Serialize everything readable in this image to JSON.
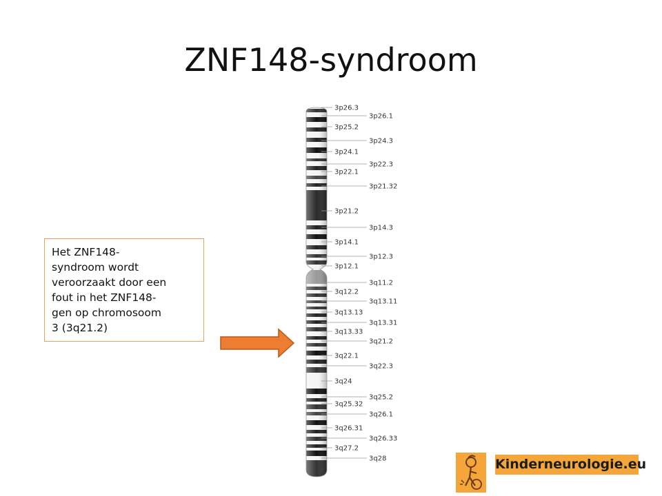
{
  "slide": {
    "title": "ZNF148-syndroom",
    "textbox_lines": [
      "Het ZNF148-",
      "syndroom wordt",
      "veroorzaakt door een",
      "fout in het ZNF148-",
      "gen op chromosoom",
      "3 (3q21.2)"
    ],
    "arrow_icon": "right-arrow-icon",
    "arrow_color": "#ed7d31"
  },
  "chromosome": {
    "name": "3",
    "left_labels": [
      "3p26.3",
      "3p25.2",
      "3p24.1",
      "3p22.1",
      "3p21.2",
      "3p14.1",
      "3p12.1",
      "3q12.2",
      "3q13.13",
      "3q13.33",
      "3q22.1",
      "3q24",
      "3q25.32",
      "3q26.31",
      "3q27.2"
    ],
    "right_labels": [
      "3p26.1",
      "3p24.3",
      "3p22.3",
      "3p21.32",
      "3p14.3",
      "3p12.3",
      "3q11.2",
      "3q13.11",
      "3q13.31",
      "3q21.2",
      "3q22.3",
      "3q25.2",
      "3q26.1",
      "3q26.33",
      "3q28"
    ]
  },
  "logo": {
    "text": "Kinderneurologie.eu",
    "color": "#f5a63b",
    "icon": "child-figure-icon"
  }
}
